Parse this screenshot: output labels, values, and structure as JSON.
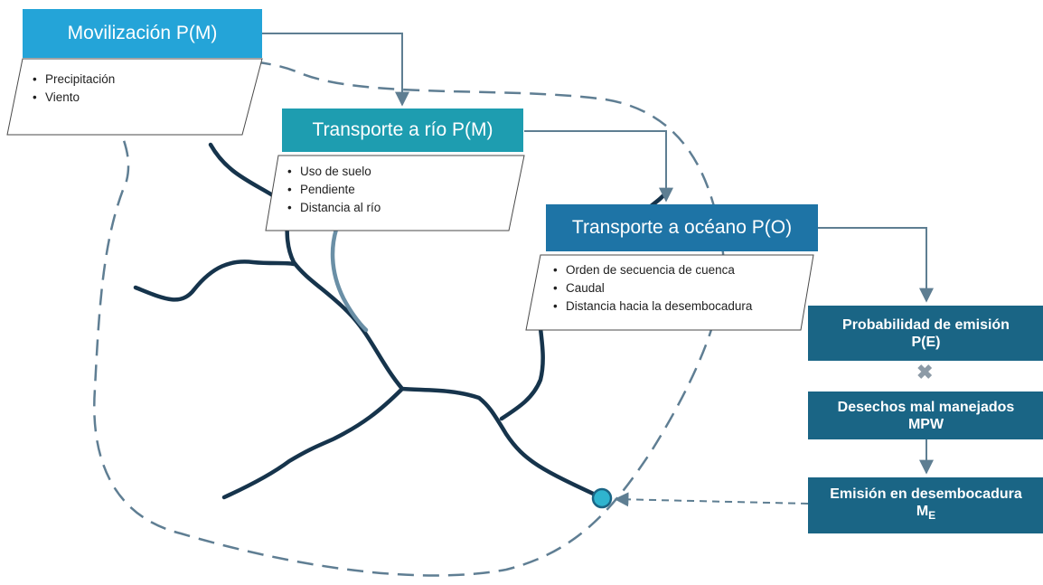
{
  "boxes": {
    "movilizacion": "Movilización P(M)",
    "transporte_rio": "Transporte a río P(M)",
    "transporte_oceano": "Transporte a océano P(O)",
    "probabilidad_line1": "Probabilidad de emisión",
    "probabilidad_line2": "P(E)",
    "desechos_line1": "Desechos mal manejados",
    "desechos_line2": "MPW",
    "emision_line1": "Emisión en desembocadura",
    "emision_symbol": "M",
    "emision_subscript": "E"
  },
  "factors": {
    "movilizacion": [
      "Precipitación",
      "Viento"
    ],
    "transporte_rio": [
      "Uso de suelo",
      "Pendiente",
      "Distancia al río"
    ],
    "transporte_oceano": [
      "Orden de secuencia de cuenca",
      "Caudal",
      "Distancia hacia la desembocadura"
    ]
  },
  "operator": "✖",
  "colors": {
    "box_light": "#24a4d8",
    "box_teal": "#1e9db0",
    "box_medium": "#1e74a6",
    "box_dark": "#1a6585",
    "river": "#16344c",
    "river_light": "#6a8fa6",
    "connector": "#5e7e92",
    "basin_outline": "#5f7e93",
    "outlet_point": "#2fb4cf"
  }
}
